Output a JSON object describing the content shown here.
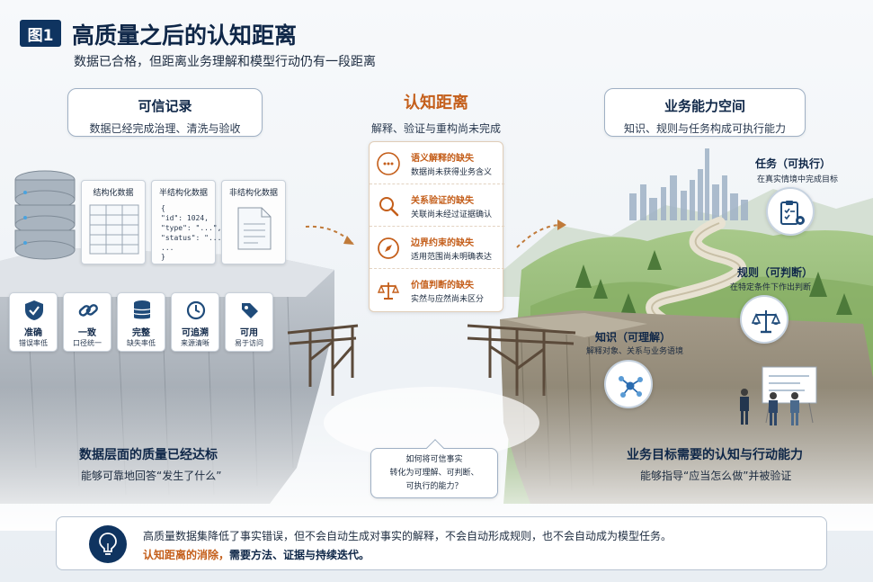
{
  "header": {
    "figure_badge": "图1",
    "title": "高质量之后的认知距离",
    "subtitle": "数据已合格，但距离业务理解和模型行动仍有一段距离"
  },
  "left_panel": {
    "title": "可信记录",
    "desc": "数据已经完成治理、清洗与验收"
  },
  "center_panel": {
    "title": "认知距离",
    "desc": "解释、验证与重构尚未完成"
  },
  "right_panel": {
    "title": "业务能力空间",
    "desc": "知识、规则与任务构成可执行能力"
  },
  "gaps": [
    {
      "title": "语义解释的缺失",
      "desc": "数据尚未获得业务含义",
      "icon": "speech-bubble-icon"
    },
    {
      "title": "关系验证的缺失",
      "desc": "关联尚未经过证据确认",
      "icon": "magnifier-icon"
    },
    {
      "title": "边界约束的缺失",
      "desc": "适用范围尚未明确表达",
      "icon": "compass-icon"
    },
    {
      "title": "价值判断的缺失",
      "desc": "实然与应然尚未区分",
      "icon": "scales-icon"
    }
  ],
  "data_cards": {
    "structured": "结构化数据",
    "semi_structured": "半结构化数据",
    "unstructured": "非结构化数据",
    "json_lines": [
      "{",
      "\"id\": 1024,",
      "\"type\": \"...\",",
      "\"status\": \"...\",",
      "...",
      "}"
    ]
  },
  "quality_badges": [
    {
      "label": "准确",
      "sub": "错误率低",
      "icon": "shield-check-icon"
    },
    {
      "label": "一致",
      "sub": "口径统一",
      "icon": "link-icon"
    },
    {
      "label": "完整",
      "sub": "缺失率低",
      "icon": "database-icon"
    },
    {
      "label": "可追溯",
      "sub": "来源清晰",
      "icon": "clock-icon"
    },
    {
      "label": "可用",
      "sub": "易于访问",
      "icon": "tag-icon"
    }
  ],
  "capabilities": [
    {
      "label": "任务（可执行）",
      "desc": "在真实情境中完成目标",
      "icon": "clipboard-gear-icon"
    },
    {
      "label": "规则（可判断）",
      "desc": "在特定条件下作出判断",
      "icon": "balance-scale-icon"
    },
    {
      "label": "知识（可理解）",
      "desc": "解释对象、关系与业务语境",
      "icon": "network-nodes-icon"
    }
  ],
  "left_caption": {
    "title": "数据层面的质量已经达标",
    "sub": "能够可靠地回答“发生了什么”"
  },
  "right_caption": {
    "title": "业务目标需要的认知与行动能力",
    "sub": "能够指导“应当怎么做”并被验证"
  },
  "question": {
    "lines": [
      "如何将可信事实",
      "转化为可理解、可判断、",
      "可执行的能力？"
    ]
  },
  "footer": {
    "line1": "高质量数据集降低了事实错误，但不会自动生成对事实的解释，不会自动形成规则，也不会自动成为模型任务。",
    "line2_highlight": "认知距离的消除，",
    "line2_rest": "需要方法、证据与持续迭代。",
    "icon": "lightbulb-icon"
  },
  "colors": {
    "navy": "#0f3460",
    "accent": "#c45e1a",
    "sky": "#eef3f7",
    "grass": "#8fb56a"
  }
}
